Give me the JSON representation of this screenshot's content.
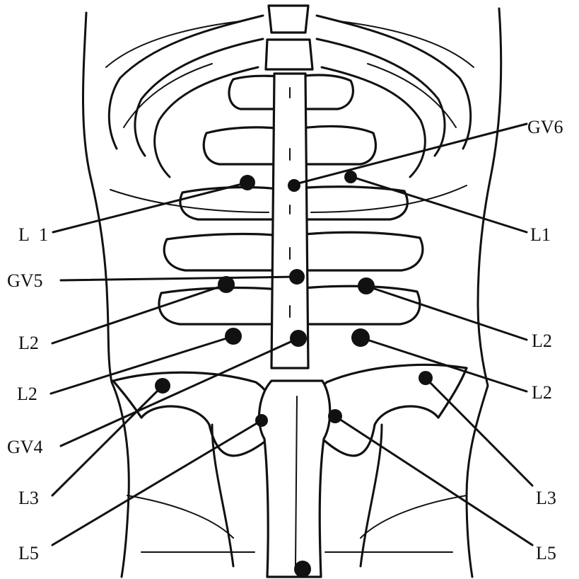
{
  "labels": {
    "gv6": "GV6",
    "l1_left": "L1",
    "l1_right": "L1",
    "gv5": "GV5",
    "l2_left_upper": "L2",
    "l2_right_upper": "L2",
    "l2_left_lower": "L2",
    "l2_right_lower": "L2",
    "gv4": "GV4",
    "l3_left": "L3",
    "l3_right": "L3",
    "l5_left": "L5",
    "l5_right": "L5"
  },
  "colors": {
    "ink": "#111111",
    "paper": "#ffffff"
  }
}
